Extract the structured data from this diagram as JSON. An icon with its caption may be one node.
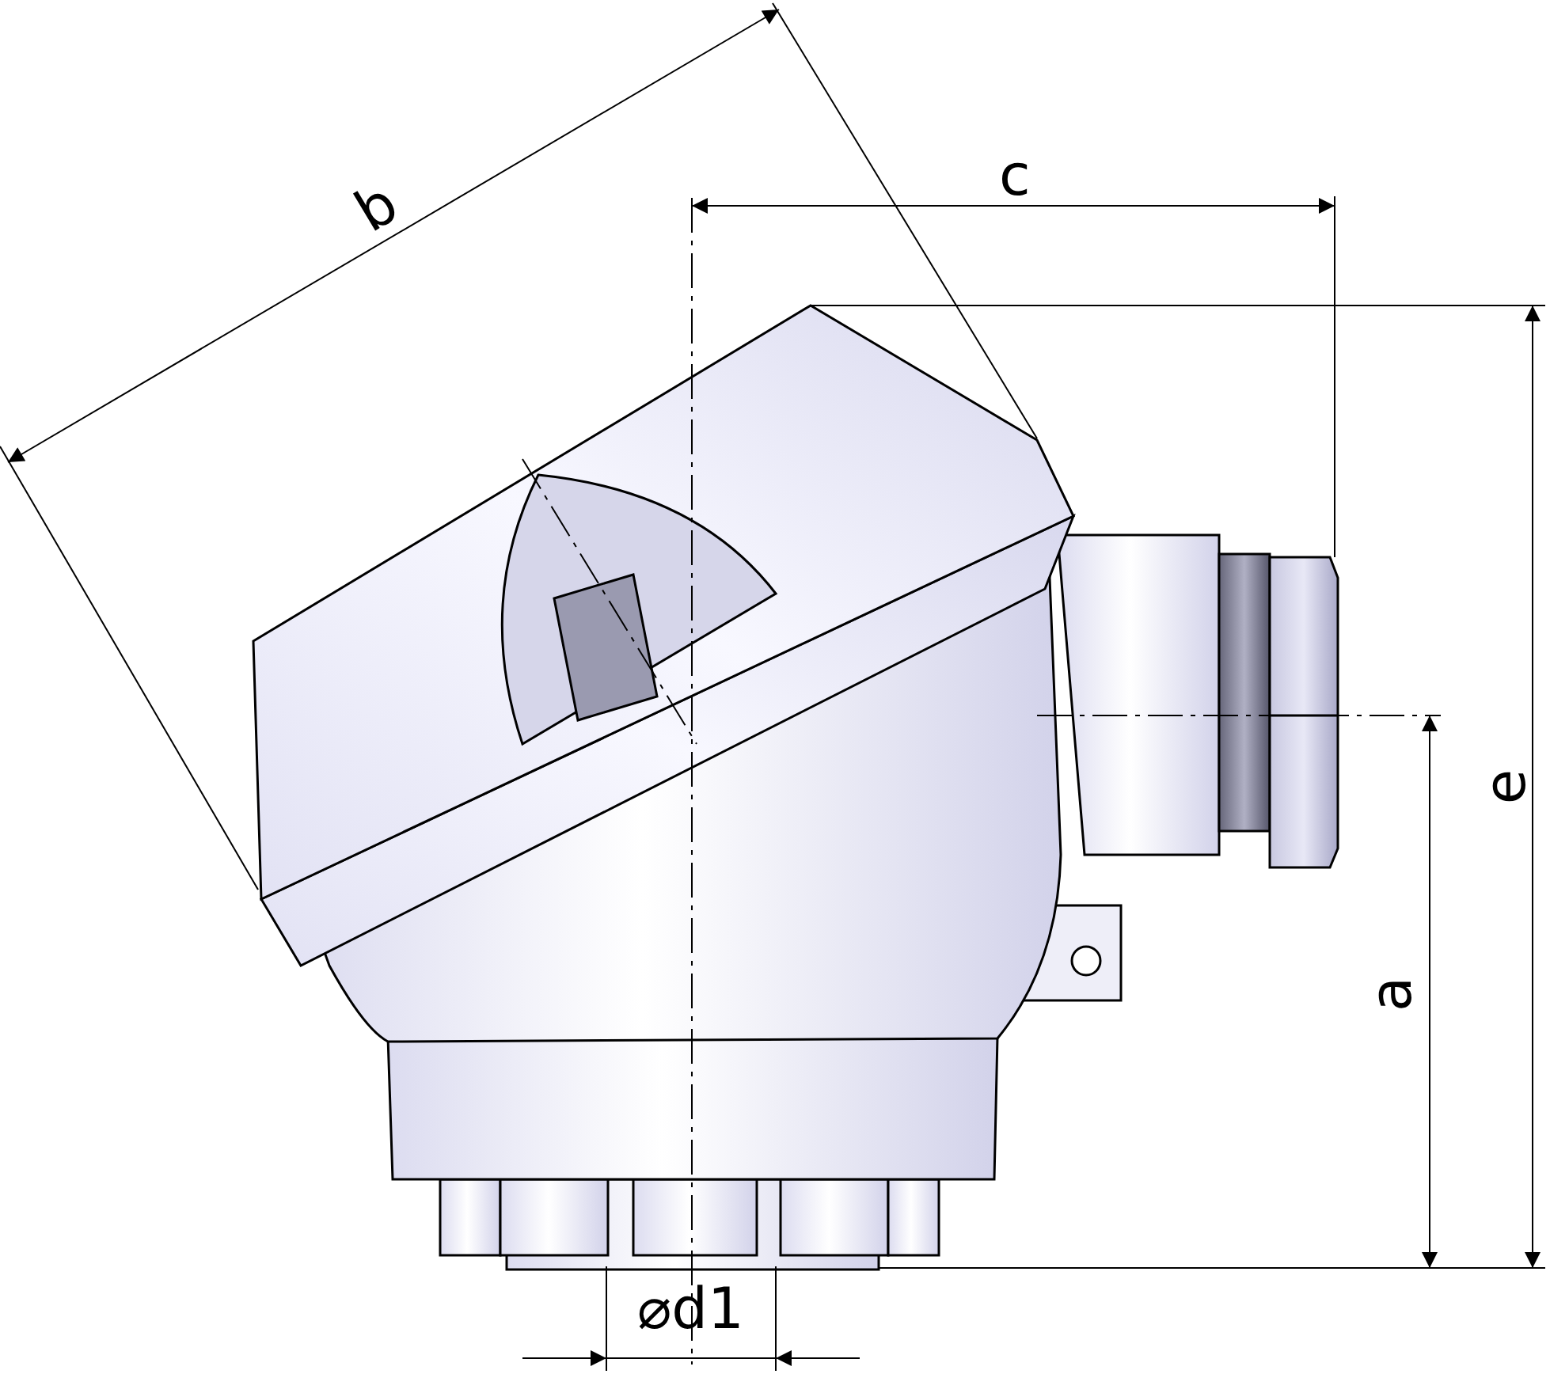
{
  "diagram": {
    "labels": [
      "b",
      "c",
      "e",
      "a",
      "⌀d1"
    ]
  }
}
